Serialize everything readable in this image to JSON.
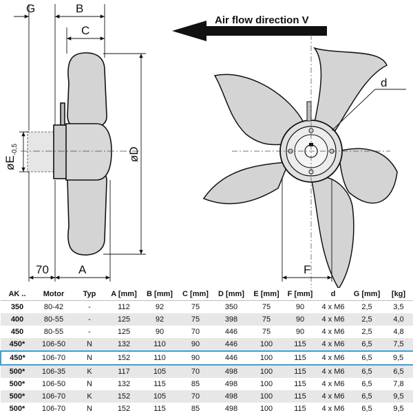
{
  "drawing": {
    "dim_G": "G",
    "dim_B": "B",
    "dim_C": "C",
    "dim_E_main": "øE",
    "dim_E_sub": "-0,5",
    "dim_D": "øD",
    "dim_70": "70",
    "dim_A": "A",
    "dim_d": "d",
    "dim_F": "F",
    "air_flow": "Air flow direction V"
  },
  "table": {
    "headers": [
      "AK ..",
      "Motor",
      "Typ",
      "A [mm]",
      "B [mm]",
      "C [mm]",
      "D [mm]",
      "E [mm]",
      "F [mm]",
      "d",
      "G [mm]",
      "[kg]"
    ],
    "rows": [
      [
        "350",
        "80-42",
        "-",
        "112",
        "92",
        "75",
        "350",
        "75",
        "90",
        "4 x M6",
        "2,5",
        "3,5"
      ],
      [
        "400",
        "80-55",
        "-",
        "125",
        "92",
        "75",
        "398",
        "75",
        "90",
        "4 x M6",
        "2,5",
        "4,0"
      ],
      [
        "450",
        "80-55",
        "-",
        "125",
        "90",
        "70",
        "446",
        "75",
        "90",
        "4 x M6",
        "2,5",
        "4,8"
      ],
      [
        "450*",
        "106-50",
        "N",
        "132",
        "110",
        "90",
        "446",
        "100",
        "115",
        "4 x M6",
        "6,5",
        "7,5"
      ],
      [
        "450*",
        "106-70",
        "N",
        "152",
        "110",
        "90",
        "446",
        "100",
        "115",
        "4 x M6",
        "6,5",
        "9,5"
      ],
      [
        "500*",
        "106-35",
        "K",
        "117",
        "105",
        "70",
        "498",
        "100",
        "115",
        "4 x M6",
        "6,5",
        "6,5"
      ],
      [
        "500*",
        "106-50",
        "N",
        "132",
        "115",
        "85",
        "498",
        "100",
        "115",
        "4 x M6",
        "6,5",
        "7,8"
      ],
      [
        "500*",
        "106-70",
        "K",
        "152",
        "105",
        "70",
        "498",
        "100",
        "115",
        "4 x M6",
        "6,5",
        "9,5"
      ],
      [
        "500*",
        "106-70",
        "N",
        "152",
        "115",
        "85",
        "498",
        "100",
        "115",
        "4 x M6",
        "6,5",
        "9,5"
      ]
    ],
    "highlighted_row": 4,
    "highlight_color": "#3aa0d8",
    "stripe_color": "#e7e7e7"
  },
  "colors": {
    "blade_fill": "#d4d4d4",
    "outline": "#111111"
  }
}
